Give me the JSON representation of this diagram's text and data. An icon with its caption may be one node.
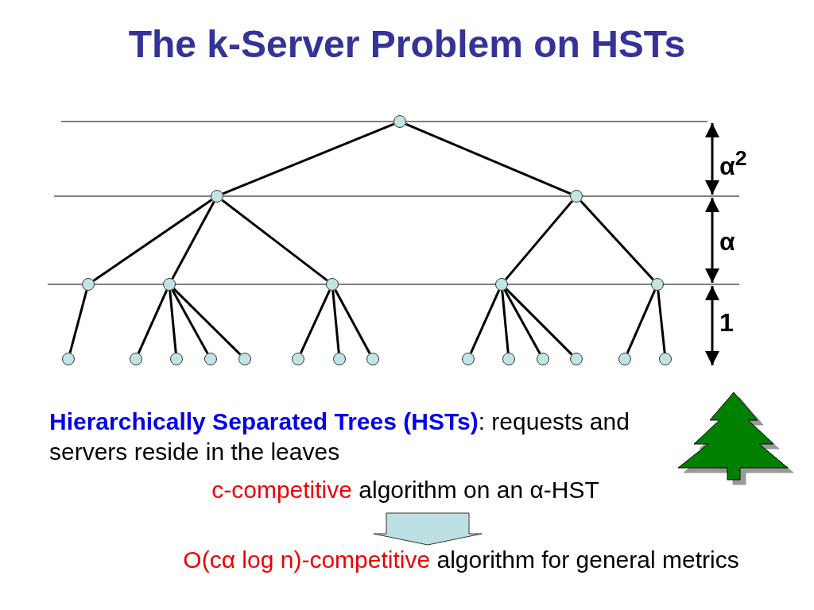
{
  "diagram": {
    "title": "The k-Server Problem on HSTs",
    "nodes": [
      {
        "text": [],
        "shape": "circle"
      },
      {
        "text": [],
        "shape": "circle"
      },
      {
        "text": [],
        "shape": "circle"
      },
      {
        "text": [],
        "shape": "circle"
      },
      {
        "text": [],
        "shape": "circle"
      },
      {
        "text": [],
        "shape": "circle"
      },
      {
        "text": [],
        "shape": "circle"
      },
      {
        "text": [],
        "shape": "circle"
      },
      {
        "text": [],
        "shape": "circle"
      },
      {
        "text": [],
        "shape": "circle"
      },
      {
        "text": [],
        "shape": "circle"
      },
      {
        "text": [],
        "shape": "circle"
      },
      {
        "text": [],
        "shape": "circle"
      },
      {
        "text": [],
        "shape": "circle"
      },
      {
        "text": [],
        "shape": "circle"
      },
      {
        "text": [],
        "shape": "circle"
      },
      {
        "text": [],
        "shape": "circle"
      },
      {
        "text": [],
        "shape": "circle"
      },
      {
        "text": [],
        "shape": "circle"
      },
      {
        "text": [],
        "shape": "circle"
      },
      {
        "text": [],
        "shape": "circle"
      },
      {
        "text": [],
        "shape": "circle"
      },
      {
        "text": [
          "c-competitive",
          "algorithm on an α-HST"
        ]
      },
      {
        "text": [
          "O(cα log n)-competitive",
          "algorithm for general metrics"
        ]
      }
    ],
    "edges": [
      {
        "from": 0,
        "to": 1,
        "arrow": "none"
      },
      {
        "from": 0,
        "to": 2,
        "arrow": "none"
      },
      {
        "from": 1,
        "to": 3,
        "arrow": "none"
      },
      {
        "from": 1,
        "to": 4,
        "arrow": "none"
      },
      {
        "from": 1,
        "to": 5,
        "arrow": "none"
      },
      {
        "from": 2,
        "to": 6,
        "arrow": "none"
      },
      {
        "from": 2,
        "to": 7,
        "arrow": "none"
      },
      {
        "from": 3,
        "to": 8,
        "arrow": "none"
      },
      {
        "from": 4,
        "to": 9,
        "arrow": "none"
      },
      {
        "from": 4,
        "to": 10,
        "arrow": "none"
      },
      {
        "from": 4,
        "to": 11,
        "arrow": "none"
      },
      {
        "from": 4,
        "to": 12,
        "arrow": "none"
      },
      {
        "from": 5,
        "to": 13,
        "arrow": "none"
      },
      {
        "from": 5,
        "to": 14,
        "arrow": "none"
      },
      {
        "from": 5,
        "to": 15,
        "arrow": "none"
      },
      {
        "from": 6,
        "to": 16,
        "arrow": "none"
      },
      {
        "from": 6,
        "to": 17,
        "arrow": "none"
      },
      {
        "from": 6,
        "to": 18,
        "arrow": "none"
      },
      {
        "from": 6,
        "to": 19,
        "arrow": "none"
      },
      {
        "from": 7,
        "to": 20,
        "arrow": "none"
      },
      {
        "from": 7,
        "to": 21,
        "arrow": "none"
      },
      {
        "from": 22,
        "to": 23,
        "arrow": "to"
      }
    ],
    "labels": [
      "α$^{2}$",
      "α",
      "1",
      "**Hierarchically Separated Trees (HSTs)**: requests and servers reside in the leaves"
    ]
  }
}
